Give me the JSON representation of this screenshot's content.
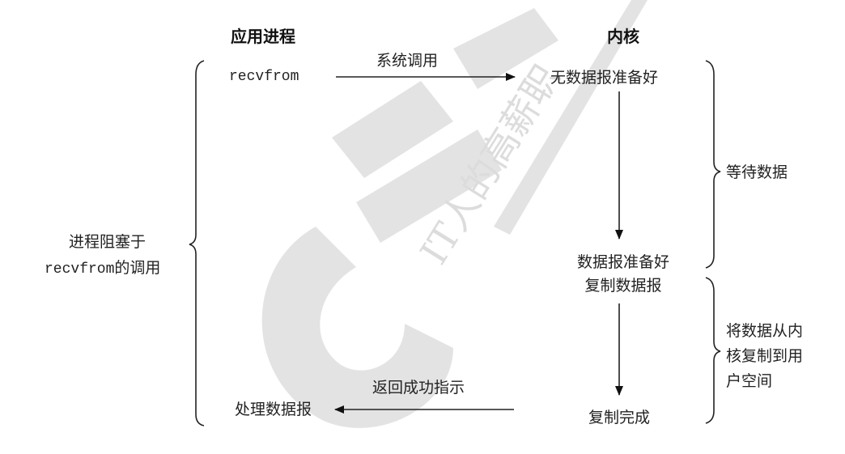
{
  "headers": {
    "process": "应用进程",
    "kernel": "内核"
  },
  "process": {
    "call": "recvfrom",
    "process_result": "处理数据报",
    "blocked_line1": "进程阻塞于",
    "blocked_line2_mono": "recvfrom",
    "blocked_line2_rest": "的调用"
  },
  "arrows": {
    "syscall": "系统调用",
    "return": "返回成功指示"
  },
  "kernel": {
    "not_ready": "无数据报准备好",
    "ready": "数据报准备好",
    "copy": "复制数据报",
    "done": "复制完成"
  },
  "phases": {
    "wait": "等待数据",
    "copy_line1": "将数据从内",
    "copy_line2": "核复制到用",
    "copy_line3": "户空间"
  },
  "watermark": {
    "text": "IT人的高薪职"
  }
}
